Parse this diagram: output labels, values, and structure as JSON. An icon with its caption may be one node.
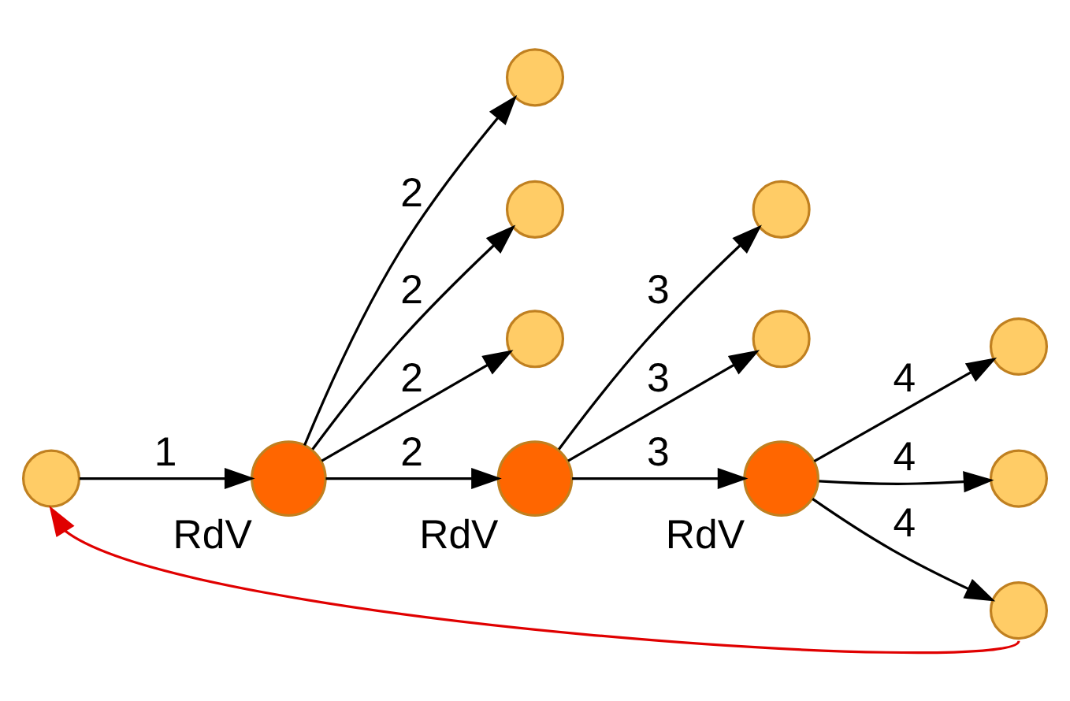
{
  "diagram": {
    "nodes": [
      {
        "text": [],
        "shape": "circle"
      },
      {
        "text": [],
        "shape": "circle"
      },
      {
        "text": [],
        "shape": "circle",
        "beside": [
          "RdV"
        ]
      },
      {
        "text": [],
        "shape": "circle"
      },
      {
        "text": [],
        "shape": "circle"
      },
      {
        "text": [],
        "shape": "circle"
      },
      {
        "text": [],
        "shape": "circle",
        "beside": [
          "RdV"
        ]
      },
      {
        "text": [],
        "shape": "circle"
      },
      {
        "text": [],
        "shape": "circle"
      },
      {
        "text": [],
        "shape": "circle"
      },
      {
        "text": [],
        "shape": "circle",
        "beside": [
          "RdV"
        ]
      },
      {
        "text": [],
        "shape": "circle"
      }
    ],
    "edges": [
      {
        "from": 1,
        "to": 2,
        "arrow": "to",
        "label": "1"
      },
      {
        "from": 2,
        "to": 0,
        "arrow": "to",
        "label": "2"
      },
      {
        "from": 2,
        "to": 3,
        "arrow": "to",
        "label": "2"
      },
      {
        "from": 2,
        "to": 4,
        "arrow": "to",
        "label": "2"
      },
      {
        "from": 2,
        "to": 6,
        "arrow": "to",
        "label": "2"
      },
      {
        "from": 6,
        "to": 5,
        "arrow": "to",
        "label": "3"
      },
      {
        "from": 6,
        "to": 7,
        "arrow": "to",
        "label": "3"
      },
      {
        "from": 6,
        "to": 10,
        "arrow": "to",
        "label": "3"
      },
      {
        "from": 10,
        "to": 8,
        "arrow": "to",
        "label": "4"
      },
      {
        "from": 10,
        "to": 9,
        "arrow": "to",
        "label": "4"
      },
      {
        "from": 10,
        "to": 11,
        "arrow": "to",
        "label": "4"
      },
      {
        "from": 11,
        "to": 1,
        "arrow": "to",
        "color": "#e00000"
      }
    ]
  }
}
